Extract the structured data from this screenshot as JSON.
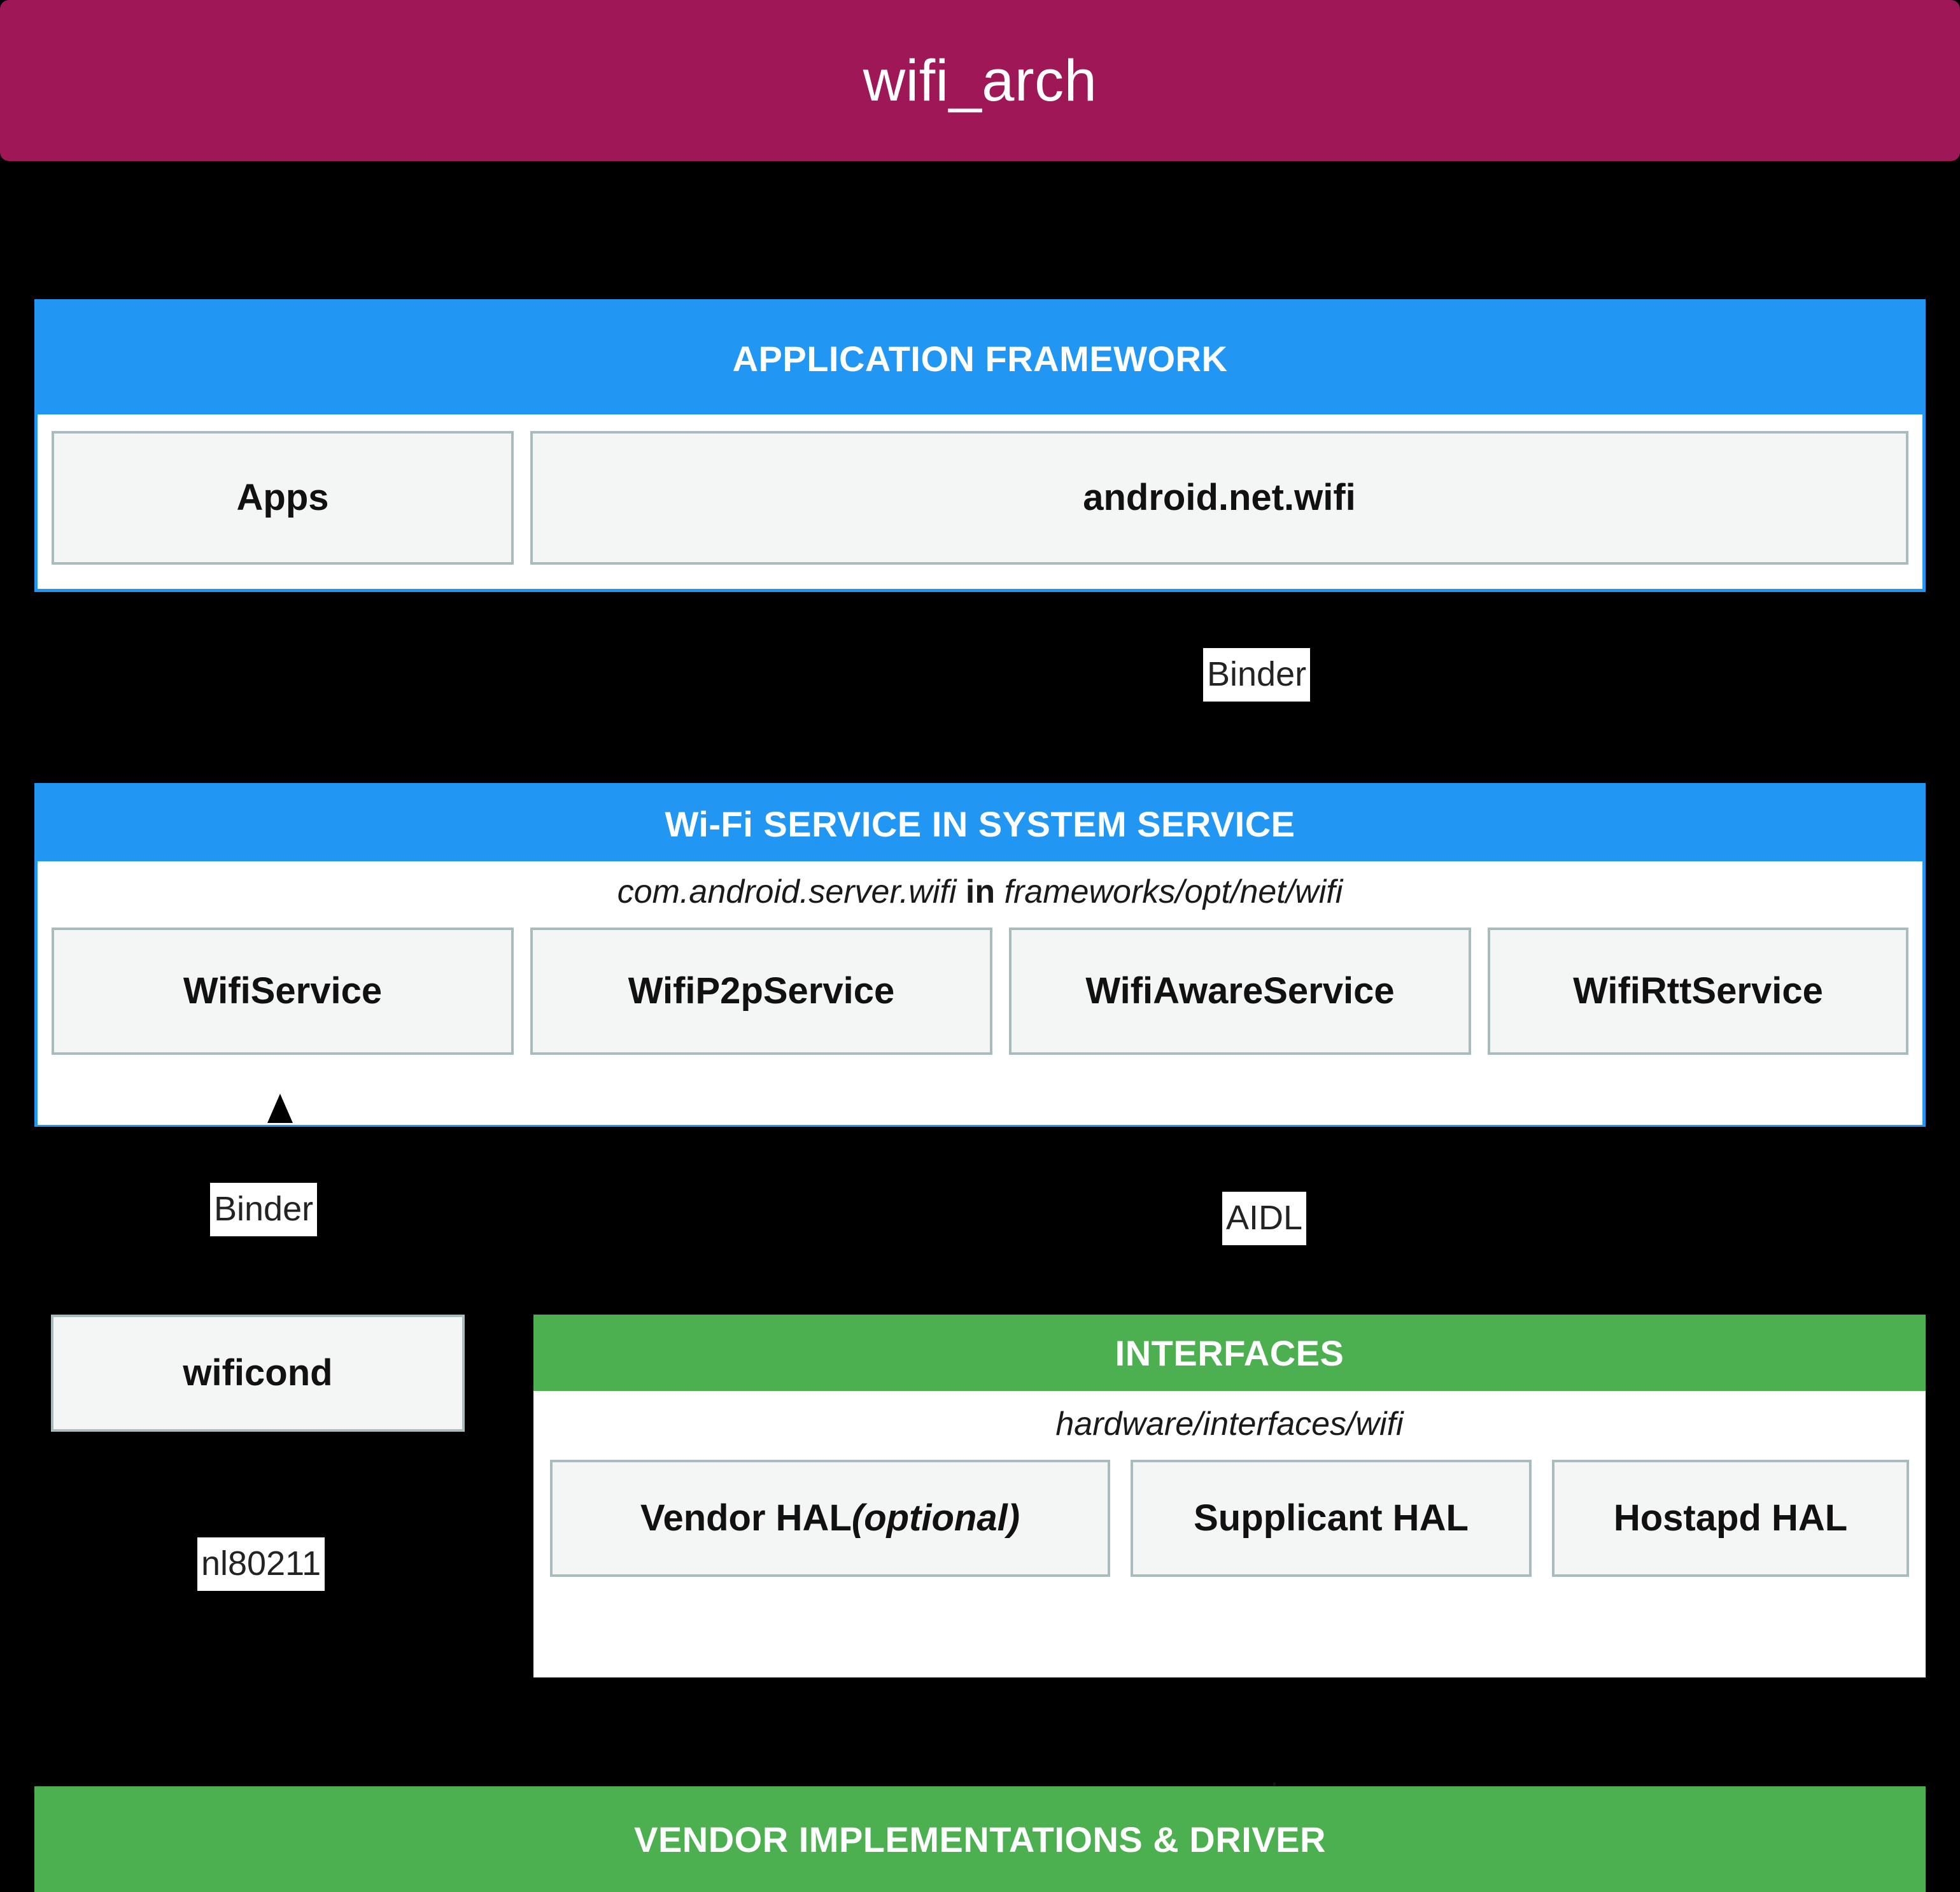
{
  "title": {
    "text": "wifi_arch"
  },
  "colors": {
    "title_bar": "#9E1756",
    "framework_blue": "#2196F3",
    "vendor_green": "#4CAF50",
    "node_fill": "#f4f5f5",
    "node_border": "#a9bcbd",
    "background": "#000000"
  },
  "app_framework": {
    "header": "APPLICATION FRAMEWORK",
    "nodes": [
      {
        "label": "Apps"
      },
      {
        "label": "android.net.wifi"
      }
    ]
  },
  "edges": {
    "binder_top": "Binder",
    "binder_wificond": "Binder",
    "aidl": "AIDL",
    "nl80211": "nl80211"
  },
  "wifi_service": {
    "header": "Wi-Fi SERVICE IN SYSTEM SERVICE",
    "package": "com.android.server.wifi",
    "package_keyword": "in",
    "package_path": "frameworks/opt/net/wifi",
    "nodes": [
      {
        "label": "WifiService"
      },
      {
        "label": "WifiP2pService"
      },
      {
        "label": "WifiAwareService"
      },
      {
        "label": "WifiRttService"
      }
    ]
  },
  "wificond": {
    "label": "wificond"
  },
  "interfaces": {
    "header": "INTERFACES",
    "path": "hardware/interfaces/wifi",
    "nodes": [
      {
        "label": "Vendor HAL ",
        "suffix": "(optional)"
      },
      {
        "label": "Supplicant HAL",
        "suffix": ""
      },
      {
        "label": "Hostapd HAL",
        "suffix": ""
      }
    ]
  },
  "vendor": {
    "header": "VENDOR IMPLEMENTATIONS & DRIVER"
  }
}
